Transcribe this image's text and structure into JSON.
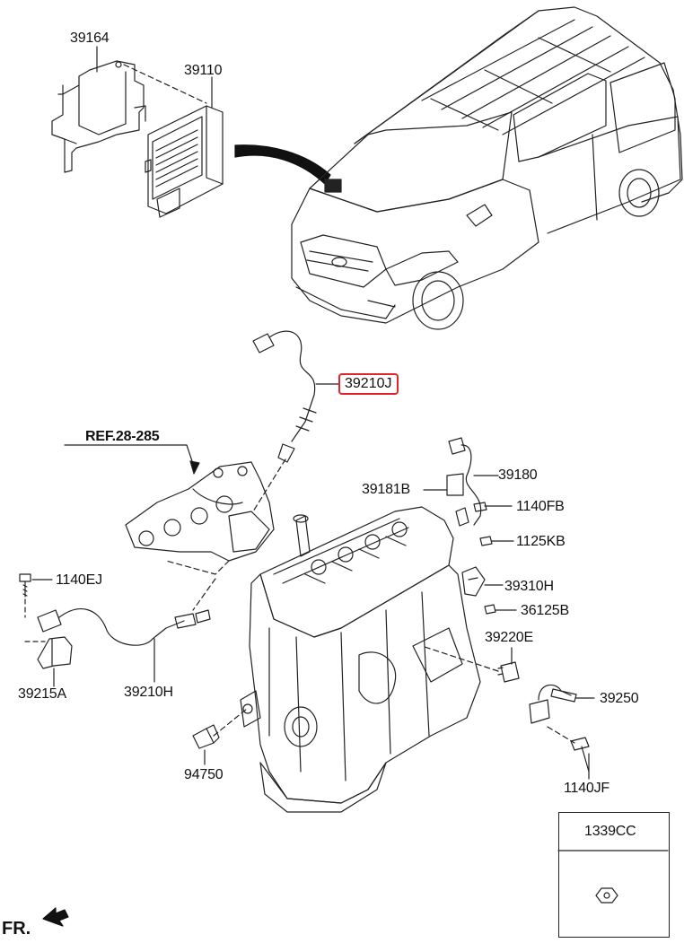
{
  "diagram": {
    "callouts": [
      {
        "id": "c39164",
        "text": "39164"
      },
      {
        "id": "c39110",
        "text": "39110"
      },
      {
        "id": "c39210J",
        "text": "39210J",
        "highlight": true,
        "highlight_color": "#e3242b"
      },
      {
        "id": "cref",
        "text": "REF.28-285"
      },
      {
        "id": "c39180",
        "text": "39180"
      },
      {
        "id": "c39181B",
        "text": "39181B"
      },
      {
        "id": "c1140FB",
        "text": "1140FB"
      },
      {
        "id": "c1125KB",
        "text": "1125KB"
      },
      {
        "id": "c1140EJ",
        "text": "1140EJ"
      },
      {
        "id": "c39310H",
        "text": "39310H"
      },
      {
        "id": "c36125B",
        "text": "36125B"
      },
      {
        "id": "c39220E",
        "text": "39220E"
      },
      {
        "id": "c39215A",
        "text": "39215A"
      },
      {
        "id": "c39210H",
        "text": "39210H"
      },
      {
        "id": "c39250",
        "text": "39250"
      },
      {
        "id": "c94750",
        "text": "94750"
      },
      {
        "id": "c1140JF",
        "text": "1140JF"
      }
    ],
    "inset_box": {
      "title": "1339CC"
    },
    "orientation": {
      "label": "FR."
    }
  }
}
